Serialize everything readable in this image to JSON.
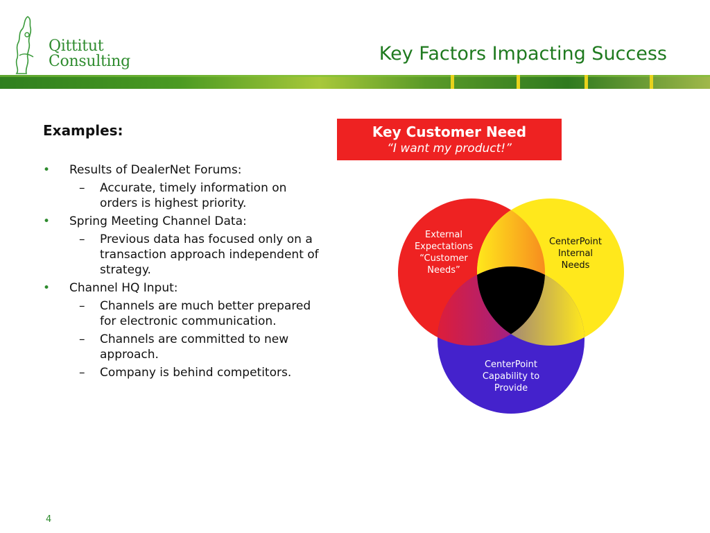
{
  "logo": {
    "line1": "Qittitut",
    "line2": "Consulting"
  },
  "title": "Key Factors Impacting Success",
  "examples_heading": "Examples:",
  "bullets": [
    {
      "text": "Results of DealerNet Forums:",
      "subs": [
        [
          "Accurate, timely information on",
          "orders is highest priority."
        ]
      ]
    },
    {
      "text": "Spring Meeting Channel Data:",
      "subs": [
        [
          "Previous data has focused only on a",
          "transaction approach independent of",
          "strategy."
        ]
      ]
    },
    {
      "text": "Channel HQ Input:",
      "subs": [
        [
          "Channels are much better prepared",
          "for electronic communication."
        ],
        [
          "Channels are committed to new",
          "approach."
        ],
        [
          "Company is behind competitors."
        ]
      ]
    }
  ],
  "key_need": {
    "title": "Key Customer Need",
    "subtitle": "“I want my product!”"
  },
  "venn": {
    "left": [
      "External",
      "Expectations",
      "“Customer",
      "Needs”"
    ],
    "right": [
      "CenterPoint",
      "Internal",
      "Needs"
    ],
    "bottom": [
      "CenterPoint",
      "Capability to",
      "Provide"
    ],
    "colors": {
      "left": "#ee2222",
      "right": "#ffe81c",
      "bottom": "#4422cc",
      "center": "#000000"
    }
  },
  "page_number": "4"
}
